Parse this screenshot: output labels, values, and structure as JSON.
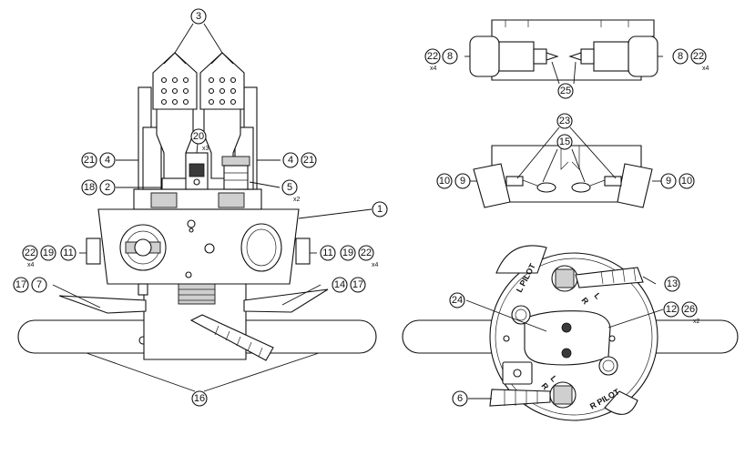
{
  "callouts": {
    "front_view": [
      {
        "id": "c3",
        "label": "3"
      },
      {
        "id": "c20",
        "label": "20",
        "qty": "x3"
      },
      {
        "id": "c21l",
        "label": "21"
      },
      {
        "id": "c4l",
        "label": "4"
      },
      {
        "id": "c4r",
        "label": "4"
      },
      {
        "id": "c21r",
        "label": "21"
      },
      {
        "id": "c18",
        "label": "18"
      },
      {
        "id": "c2",
        "label": "2"
      },
      {
        "id": "c5",
        "label": "5",
        "qty": "x2"
      },
      {
        "id": "c1",
        "label": "1"
      },
      {
        "id": "c22l",
        "label": "22",
        "qty": "x4"
      },
      {
        "id": "c19l",
        "label": "19"
      },
      {
        "id": "c11l",
        "label": "11"
      },
      {
        "id": "c11r",
        "label": "11"
      },
      {
        "id": "c19r",
        "label": "19"
      },
      {
        "id": "c22r",
        "label": "22",
        "qty": "x4"
      },
      {
        "id": "c17l",
        "label": "17"
      },
      {
        "id": "c7",
        "label": "7"
      },
      {
        "id": "c14",
        "label": "14"
      },
      {
        "id": "c17r",
        "label": "17"
      },
      {
        "id": "c16",
        "label": "16"
      }
    ],
    "top_right_view": [
      {
        "id": "t22l",
        "label": "22",
        "qty": "x4"
      },
      {
        "id": "t8l",
        "label": "8"
      },
      {
        "id": "t8r",
        "label": "8"
      },
      {
        "id": "t22r",
        "label": "22",
        "qty": "x4"
      },
      {
        "id": "t25",
        "label": "25"
      }
    ],
    "middle_right_view": [
      {
        "id": "m23",
        "label": "23"
      },
      {
        "id": "m15",
        "label": "15"
      },
      {
        "id": "m10l",
        "label": "10"
      },
      {
        "id": "m9l",
        "label": "9"
      },
      {
        "id": "m9r",
        "label": "9"
      },
      {
        "id": "m10r",
        "label": "10"
      }
    ],
    "bottom_right_view": [
      {
        "id": "b13",
        "label": "13"
      },
      {
        "id": "b24",
        "label": "24"
      },
      {
        "id": "b12",
        "label": "12"
      },
      {
        "id": "b26",
        "label": "26",
        "qty": "x2"
      },
      {
        "id": "b6",
        "label": "6"
      }
    ]
  },
  "bottom_view_labels": {
    "l_pilot": "L PILOT",
    "r_pilot": "R PILOT",
    "r_upper": "R",
    "l_upper": "L",
    "r_lower": "R",
    "l_lower": "L"
  }
}
